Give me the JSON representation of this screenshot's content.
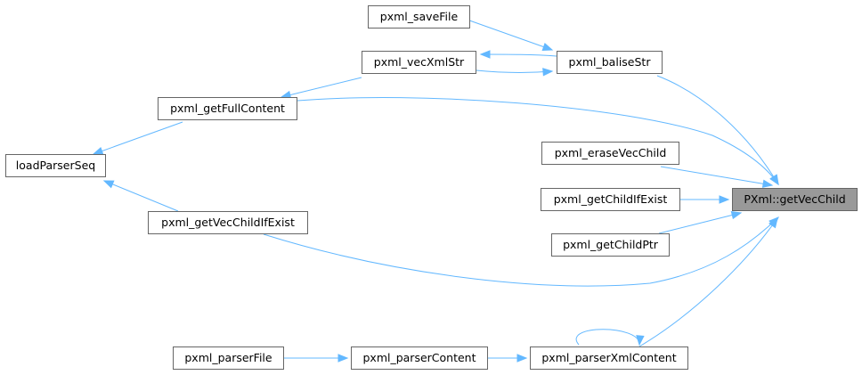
{
  "graph": {
    "colors": {
      "edge": "#63b8ff",
      "node_border": "#666666",
      "node_fill": "#ffffff",
      "focus_fill": "#999999"
    },
    "nodes": {
      "focus": "PXml::getVecChild",
      "saveFile": "pxml_saveFile",
      "vecXmlStr": "pxml_vecXmlStr",
      "baliseStr": "pxml_baliseStr",
      "getFullContent": "pxml_getFullContent",
      "loadParserSeq": "loadParserSeq",
      "eraseVecChild": "pxml_eraseVecChild",
      "getChildIfExist": "pxml_getChildIfExist",
      "getVecChildIfExist": "pxml_getVecChildIfExist",
      "getChildPtr": "pxml_getChildPtr",
      "parserFile": "pxml_parserFile",
      "parserContent": "pxml_parserContent",
      "parserXmlContent": "pxml_parserXmlContent"
    },
    "edges": [
      {
        "from": "saveFile",
        "to": "baliseStr"
      },
      {
        "from": "baliseStr",
        "to": "vecXmlStr"
      },
      {
        "from": "vecXmlStr",
        "to": "baliseStr"
      },
      {
        "from": "vecXmlStr",
        "to": "getFullContent"
      },
      {
        "from": "baliseStr",
        "to": "focus"
      },
      {
        "from": "getFullContent",
        "to": "focus"
      },
      {
        "from": "getFullContent",
        "to": "loadParserSeq"
      },
      {
        "from": "getVecChildIfExist",
        "to": "loadParserSeq"
      },
      {
        "from": "eraseVecChild",
        "to": "focus"
      },
      {
        "from": "getChildIfExist",
        "to": "focus"
      },
      {
        "from": "getChildPtr",
        "to": "focus"
      },
      {
        "from": "getVecChildIfExist",
        "to": "focus"
      },
      {
        "from": "parserXmlContent",
        "to": "focus"
      },
      {
        "from": "parserXmlContent",
        "to": "parserXmlContent"
      },
      {
        "from": "parserFile",
        "to": "parserContent"
      },
      {
        "from": "parserContent",
        "to": "parserXmlContent"
      }
    ]
  }
}
